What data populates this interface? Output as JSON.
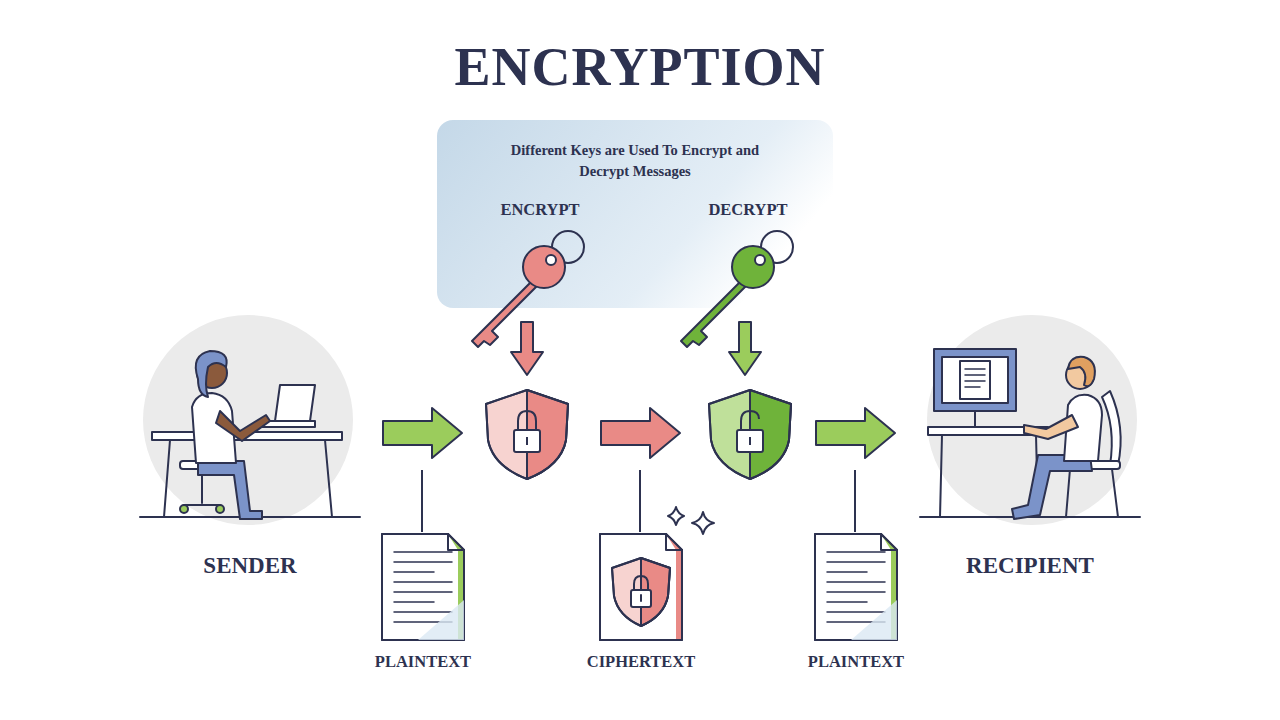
{
  "diagram": {
    "title": "ENCRYPTION",
    "nodes": [
      {
        "text": [
          "Different Keys are Used To Encrypt and Decrypt Messages",
          "ENCRYPT",
          "DECRYPT"
        ]
      },
      {
        "text": [
          "SENDER"
        ]
      },
      {
        "text": [
          "PLAINTEXT"
        ]
      },
      {
        "text": [
          "CIPHERTEXT"
        ]
      },
      {
        "text": [
          "PLAINTEXT"
        ]
      },
      {
        "text": [
          "RECIPIENT"
        ]
      }
    ]
  }
}
